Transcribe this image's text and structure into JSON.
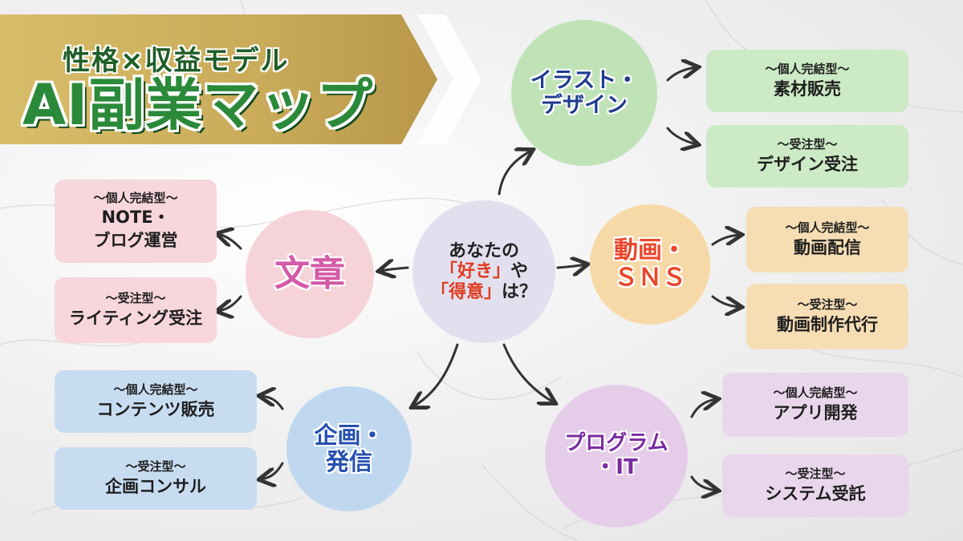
{
  "banner": {
    "subtitle": "性格×収益モデル",
    "title": "AI副業マップ"
  },
  "center": {
    "line1": "あなたの",
    "line2_highlight": "「好き」",
    "line2_rest": "や",
    "line3_highlight": "「得意」",
    "line3_rest": "は？"
  },
  "categories": {
    "design": {
      "line1": "イラスト・",
      "line2": "デザイン"
    },
    "douga": {
      "line1": "動画・",
      "line2": "ＳＮＳ"
    },
    "bunsho": {
      "line1": "文章"
    },
    "kikaku": {
      "line1": "企画・",
      "line2": "発信"
    },
    "prog": {
      "line1": "プログラム",
      "line2": "・IT"
    }
  },
  "boxes": {
    "design_indiv": {
      "type": "〜個人完結型〜",
      "name": "素材販売"
    },
    "design_order": {
      "type": "〜受注型〜",
      "name": "デザイン受注"
    },
    "douga_indiv": {
      "type": "〜個人完結型〜",
      "name": "動画配信"
    },
    "douga_order": {
      "type": "〜受注型〜",
      "name": "動画制作代行"
    },
    "bunsho_indiv": {
      "type": "〜個人完結型〜",
      "name1": "NOTE・",
      "name2": "ブログ運営"
    },
    "bunsho_order": {
      "type": "〜受注型〜",
      "name": "ライティング受注"
    },
    "kikaku_indiv": {
      "type": "〜個人完結型〜",
      "name": "コンテンツ販売"
    },
    "kikaku_order": {
      "type": "〜受注型〜",
      "name": "企画コンサル"
    },
    "prog_indiv": {
      "type": "〜個人完結型〜",
      "name": "アプリ開発"
    },
    "prog_order": {
      "type": "〜受注型〜",
      "name": "システム受託"
    }
  },
  "colors": {
    "banner_gold": "#c9ab5a",
    "banner_green": "#2a8a3a",
    "highlight_red": "#e03a1e",
    "green_box": "#cceac5",
    "orange_box": "#f6ddb4",
    "pink_box": "#f7d6dc",
    "blue_box": "#c8dcf1",
    "purple_box": "#ead6ec"
  }
}
